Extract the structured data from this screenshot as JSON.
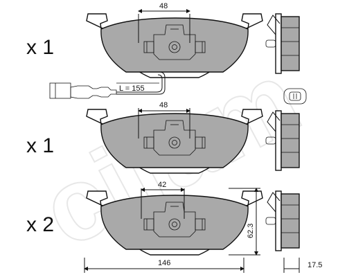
{
  "rows": [
    {
      "quantity": "x 1",
      "width_label": "48",
      "wire_label": "L = 155"
    },
    {
      "quantity": "x 1",
      "width_label": "48"
    },
    {
      "quantity": "x 2",
      "width_label": "42",
      "height_label": "62.3"
    }
  ],
  "dimensions": {
    "overall_width": "146",
    "thickness": "17.5"
  },
  "watermark": {
    "text": "cifam"
  }
}
